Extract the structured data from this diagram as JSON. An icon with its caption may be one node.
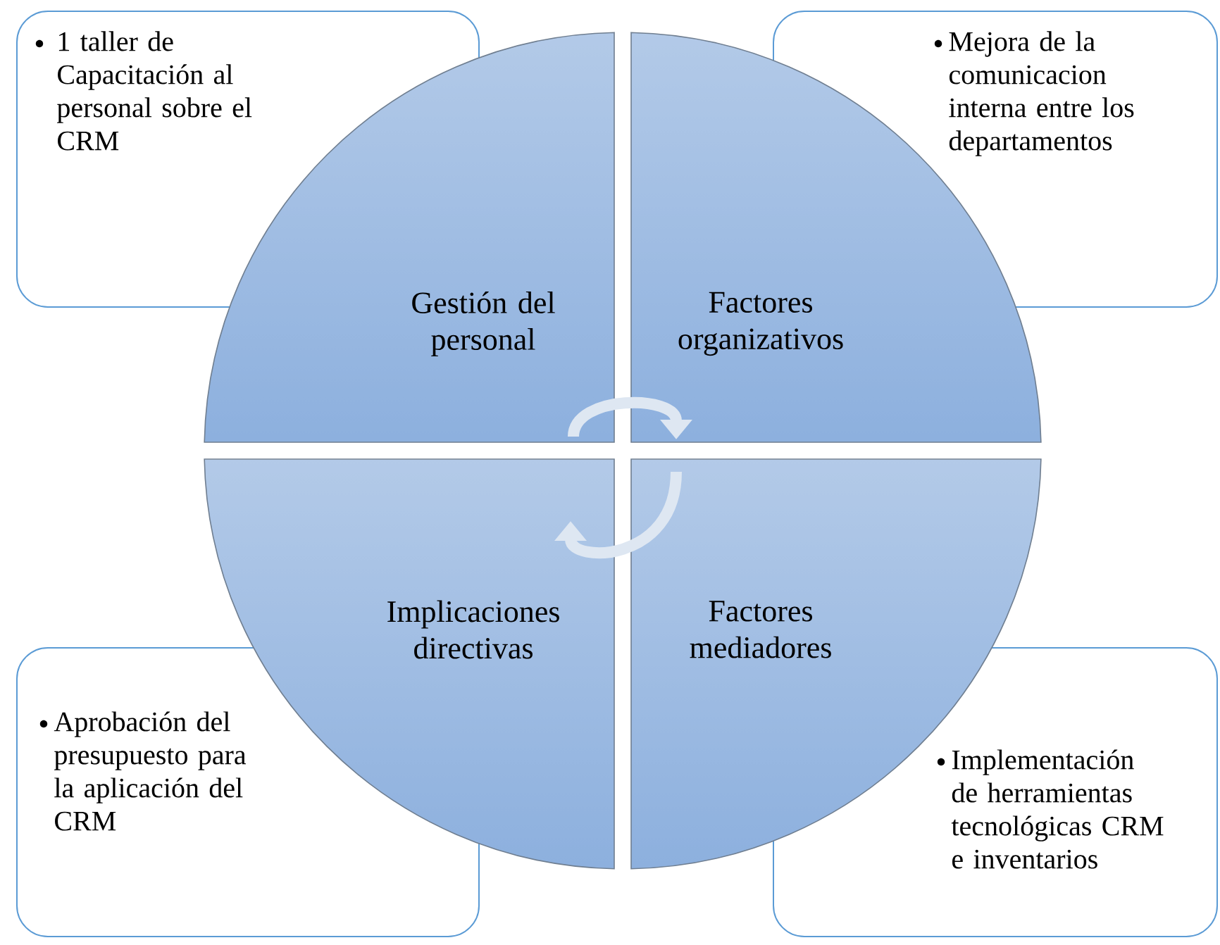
{
  "diagram": {
    "nodes": [
      {
        "text": [
          "1 taller de Capacitación al personal sobre el CRM"
        ]
      },
      {
        "text": [
          "Mejora de la comunicacion interna entre los departamentos"
        ]
      },
      {
        "text": [
          "Gestión del personal"
        ]
      },
      {
        "text": [
          "Factores organizativos"
        ]
      },
      {
        "text": [
          "Implicaciones directivas"
        ]
      },
      {
        "text": [
          "Factores mediadores"
        ]
      },
      {
        "text": [
          "Aprobación del presupuesto para la aplicación del CRM"
        ]
      },
      {
        "text": [
          "Implementación de herramientas tecnológicas CRM e inventarios"
        ]
      }
    ],
    "edges": [
      {
        "from": 2,
        "to": 3,
        "arrow": "to"
      },
      {
        "from": 5,
        "to": 4,
        "arrow": "to"
      }
    ]
  }
}
